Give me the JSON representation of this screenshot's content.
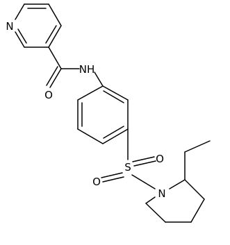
{
  "molecule": {
    "atoms": {
      "pyridine_n": "N",
      "amide_o": "O",
      "amide_nh": "NH",
      "sulfur": "S",
      "sulfonyl_o1": "O",
      "sulfonyl_o2": "O",
      "piperidine_n": "N"
    },
    "colors": {
      "bonds": "#000000",
      "labels": "#000000",
      "background": "#ffffff"
    }
  }
}
